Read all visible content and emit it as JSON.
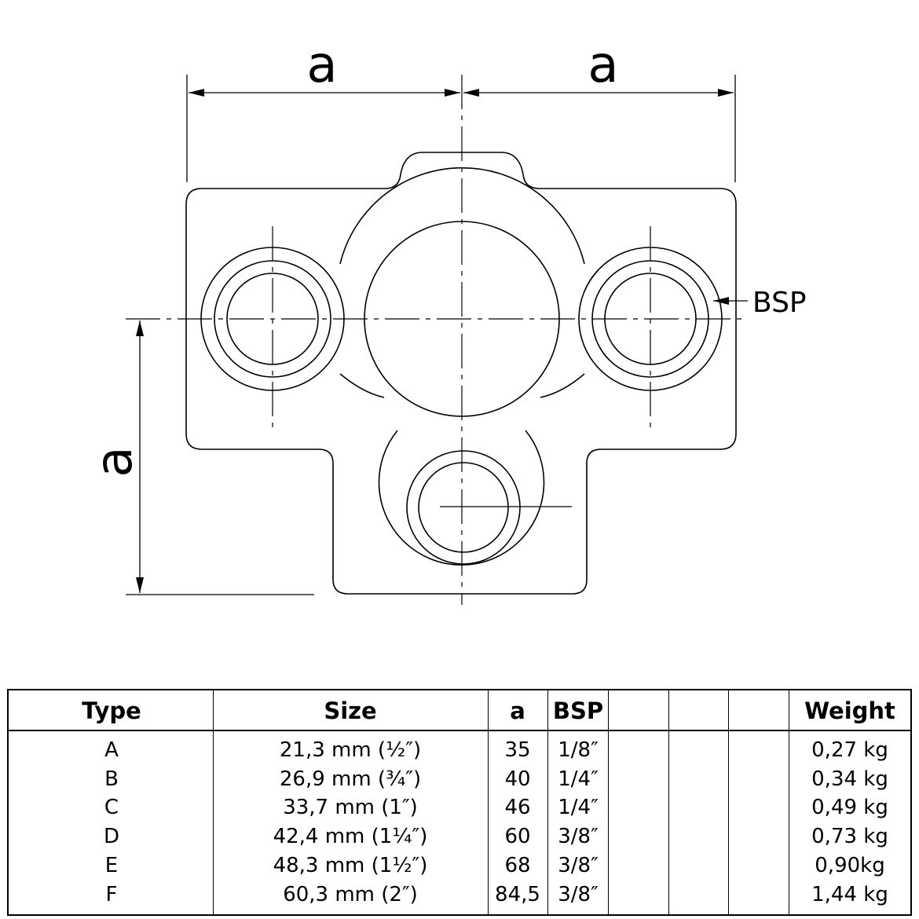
{
  "drawing": {
    "dimension_labels": {
      "top_left": "a",
      "top_right": "a",
      "left": "a"
    },
    "bsp_label": "BSP"
  },
  "table": {
    "headers": [
      "Type",
      "Size",
      "a",
      "BSP",
      "",
      "",
      "",
      "Weight"
    ],
    "rows": [
      [
        "A",
        "21,3 mm (½″)",
        "35",
        "1/8″",
        "",
        "",
        "",
        "0,27 kg"
      ],
      [
        "B",
        "26,9 mm (¾″)",
        "40",
        "1/4″",
        "",
        "",
        "",
        "0,34 kg"
      ],
      [
        "C",
        "33,7 mm (1″)",
        "46",
        "1/4″",
        "",
        "",
        "",
        "0,49 kg"
      ],
      [
        "D",
        "42,4 mm (1¼″)",
        "60",
        "3/8″",
        "",
        "",
        "",
        "0,73 kg"
      ],
      [
        "E",
        "48,3 mm (1½″)",
        "68",
        "3/8″",
        "",
        "",
        "",
        "0,90kg"
      ],
      [
        "F",
        "60,3 mm (2″)",
        "84,5",
        "3/8″",
        "",
        "",
        "",
        "1,44 kg"
      ]
    ]
  }
}
